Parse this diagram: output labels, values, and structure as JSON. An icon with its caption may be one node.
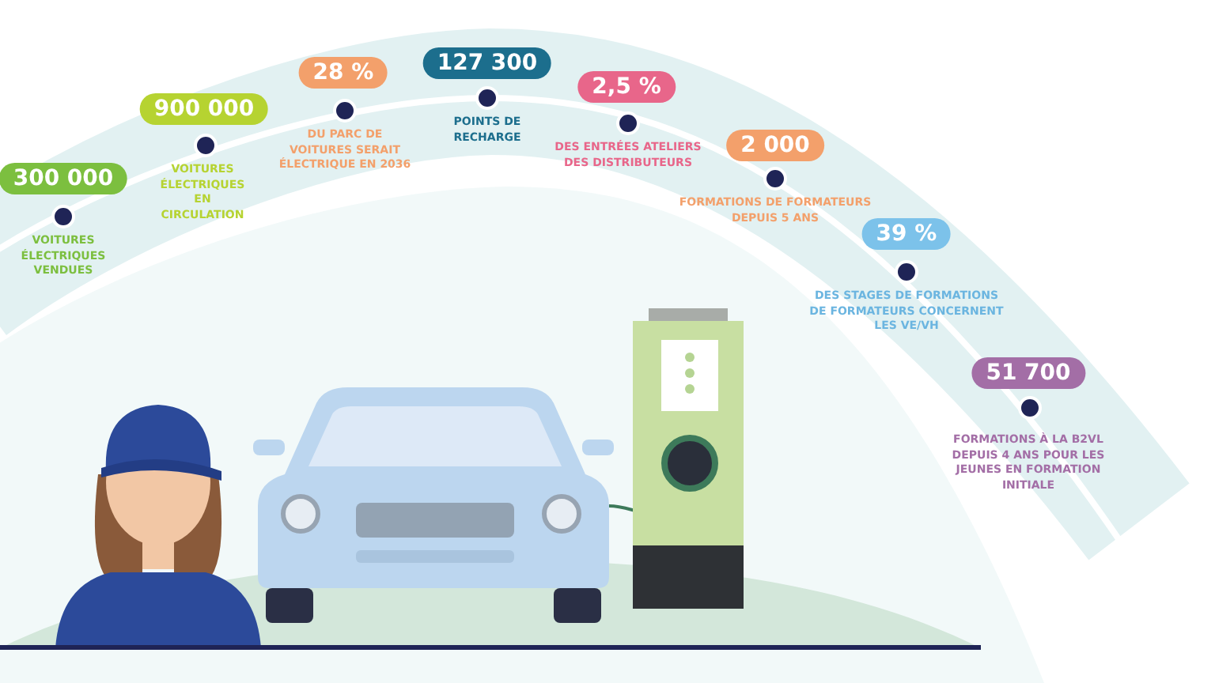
{
  "diagram": {
    "nodes": [
      {
        "text": [
          "300 000"
        ],
        "beside": [
          "VOITURES ÉLECTRIQUES VENDUES"
        ]
      },
      {
        "text": [
          "900 000"
        ],
        "beside": [
          "VOITURES ÉLECTRIQUES EN CIRCULATION"
        ]
      },
      {
        "text": [
          "28 %"
        ],
        "beside": [
          "DU PARC DE VOITURES SERAIT ÉLECTRIQUE EN 2036"
        ]
      },
      {
        "text": [
          "127 300"
        ],
        "beside": [
          "POINTS DE RECHARGE"
        ]
      },
      {
        "text": [
          "2,5 %"
        ],
        "beside": [
          "DES ENTRÉES ATELIERS DES DISTRIBUTEURS"
        ]
      },
      {
        "text": [
          "2 000"
        ],
        "beside": [
          "FORMATIONS DE FORMATEURS DEPUIS 5 ANS"
        ]
      },
      {
        "text": [
          "39 %"
        ],
        "beside": [
          "DES STAGES DE FORMATIONS DE FORMATEURS CONCERNENT LES VE/VH"
        ]
      },
      {
        "text": [
          "51 700"
        ],
        "beside": [
          "FORMATIONS À LA B2VL DEPUIS 4 ANS POUR LES JEUNES EN FORMATION INITIALE"
        ]
      }
    ]
  }
}
